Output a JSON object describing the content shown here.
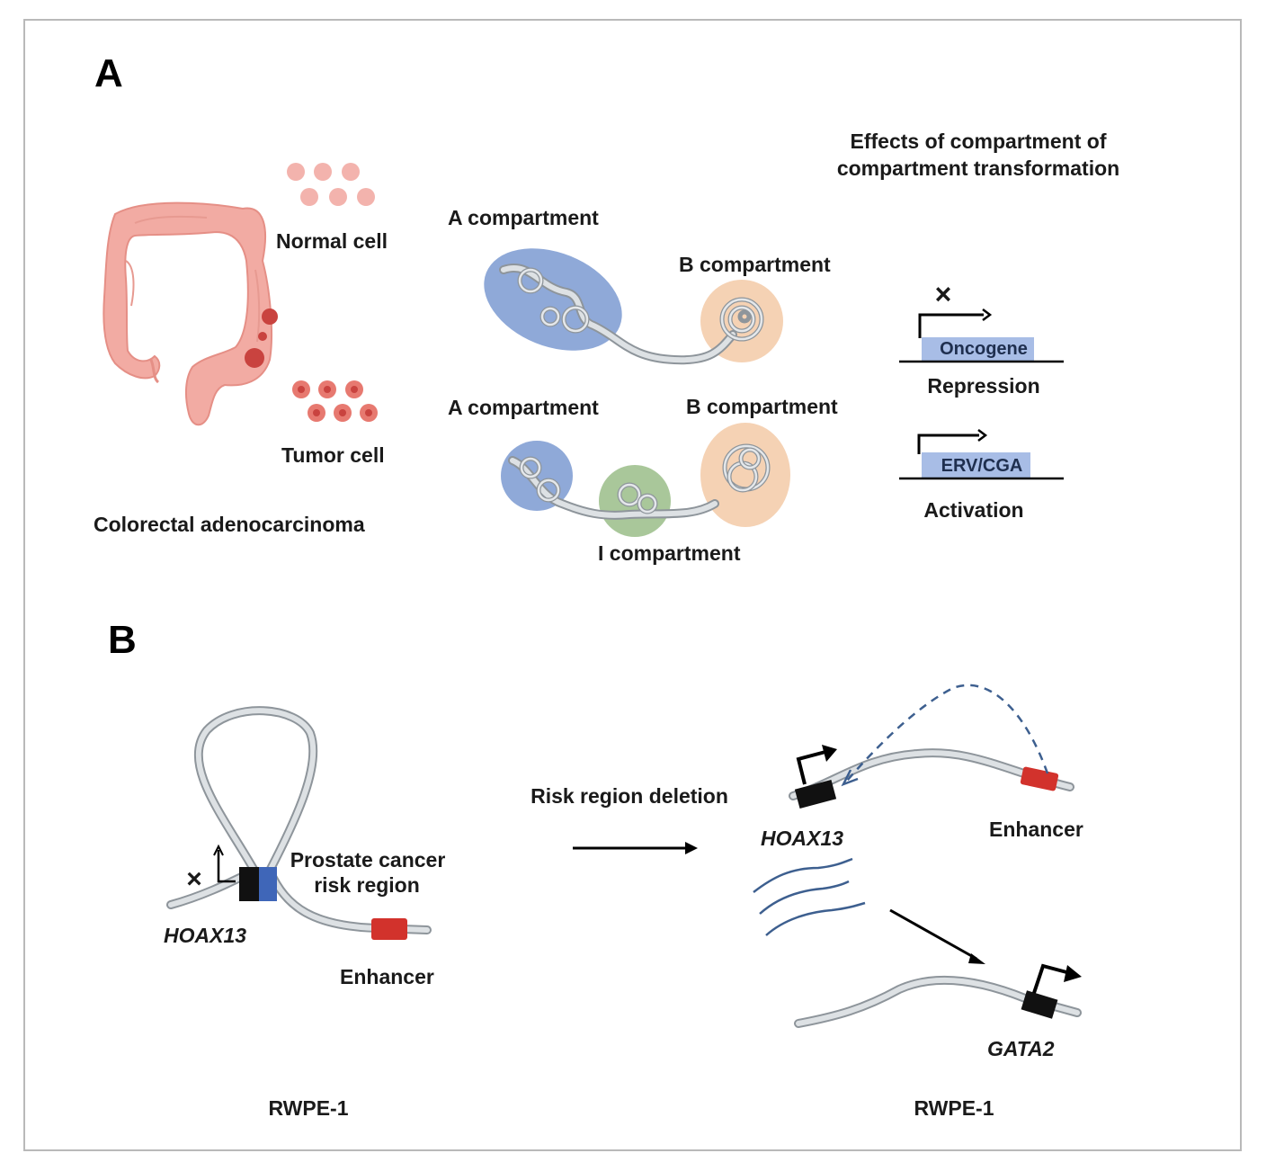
{
  "panel_a": {
    "letter": "A",
    "effects_title": [
      "Effects of compartment of",
      "compartment transformation"
    ],
    "normal_cell": "Normal cell",
    "tumor_cell": "Tumor cell",
    "colorectal": "Colorectal adenocarcinoma",
    "a_compartment_top": "A compartment",
    "b_compartment_top": "B compartment",
    "a_compartment_bottom": "A compartment",
    "b_compartment_bottom": "B compartment",
    "i_compartment": "I compartment",
    "repression_marker": "×",
    "oncogene": "Oncogene",
    "repression": "Repression",
    "erv_cga": "ERV/CGA",
    "activation": "Activation",
    "colors": {
      "a_compartment": "#8fa9d8",
      "b_compartment": "#f5d2b4",
      "i_compartment": "#a9c79a",
      "colon": "#f2aba3",
      "tumor_spot": "#c9433f",
      "gene_box": "#a8bde6"
    }
  },
  "panel_b": {
    "letter": "B",
    "hoax13_left": "HOAX13",
    "risk_region": [
      "Prostate cancer",
      "risk region"
    ],
    "enhancer_left": "Enhancer",
    "rwpe_left": "RWPE-1",
    "repression_marker": "×",
    "risk_deletion": "Risk region deletion",
    "hoax13_right": "HOAX13",
    "enhancer_right": "Enhancer",
    "gata2": "GATA2",
    "rwpe_right": "RWPE-1",
    "colors": {
      "risk_region": "#3f66b8",
      "enhancer": "#d2322c",
      "gene_block": "#111111",
      "dashed_arrow": "#3d5f8f"
    }
  }
}
